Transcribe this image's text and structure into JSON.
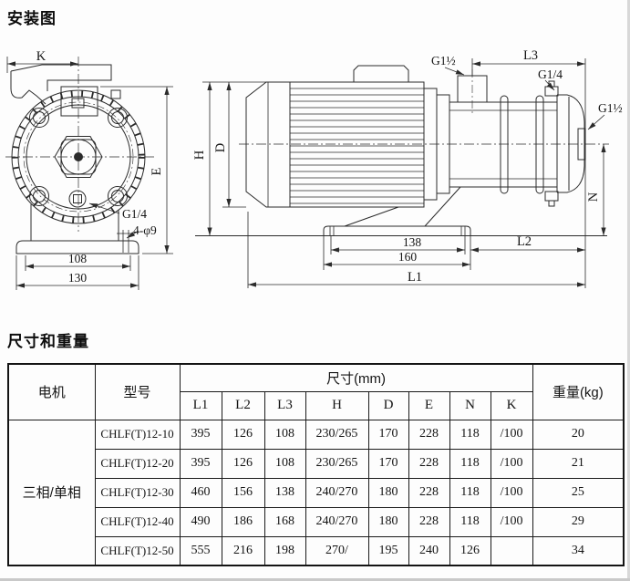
{
  "page": {
    "title": "安装图",
    "section_title": "尺寸和重量"
  },
  "front_view": {
    "dim_k": "K",
    "dim_e": "E",
    "port_label": "G1/4",
    "holes_label": "4-φ9",
    "dim_108": "108",
    "dim_130": "130"
  },
  "side_view": {
    "dim_h": "H",
    "dim_d": "D",
    "dim_n": "N",
    "dim_l1": "L1",
    "dim_l2": "L2",
    "dim_l3": "L3",
    "dim_138": "138",
    "dim_160": "160",
    "port_top_label": "G1½",
    "plug_label": "G1/4",
    "port_right_label": "G1½"
  },
  "table": {
    "motor_header": "电机",
    "model_header": "型号",
    "size_header": "尺寸(mm)",
    "weight_header": "重量(kg)",
    "size_columns": [
      "L1",
      "L2",
      "L3",
      "H",
      "D",
      "E",
      "N",
      "K"
    ],
    "motor_value": "三相/单相",
    "rows": [
      {
        "model": "CHLF(T)12-10",
        "l1": "395",
        "l2": "126",
        "l3": "108",
        "h": "230/265",
        "d": "170",
        "e": "228",
        "n": "118",
        "k": "/100",
        "weight": "20"
      },
      {
        "model": "CHLF(T)12-20",
        "l1": "395",
        "l2": "126",
        "l3": "108",
        "h": "230/265",
        "d": "170",
        "e": "228",
        "n": "118",
        "k": "/100",
        "weight": "21"
      },
      {
        "model": "CHLF(T)12-30",
        "l1": "460",
        "l2": "156",
        "l3": "138",
        "h": "240/270",
        "d": "180",
        "e": "228",
        "n": "118",
        "k": "/100",
        "weight": "25"
      },
      {
        "model": "CHLF(T)12-40",
        "l1": "490",
        "l2": "186",
        "l3": "168",
        "h": "240/270",
        "d": "180",
        "e": "228",
        "n": "118",
        "k": "/100",
        "weight": "29"
      },
      {
        "model": "CHLF(T)12-50",
        "l1": "555",
        "l2": "216",
        "l3": "198",
        "h": "270/",
        "d": "195",
        "e": "240",
        "n": "126",
        "k": "",
        "weight": "34"
      }
    ]
  }
}
